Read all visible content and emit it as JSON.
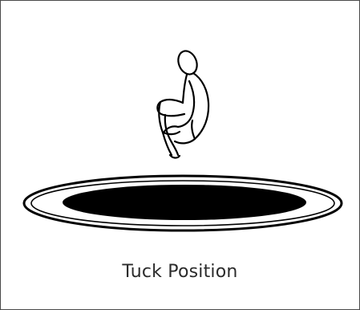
{
  "caption": "Tuck Position",
  "colors": {
    "border": "#4a4a4a",
    "ink": "#000000",
    "background": "#ffffff",
    "caption_text": "#2b2b2b"
  },
  "icons": {
    "figure": "tucked-jumper-illustration",
    "trampoline": "trampoline-illustration"
  }
}
